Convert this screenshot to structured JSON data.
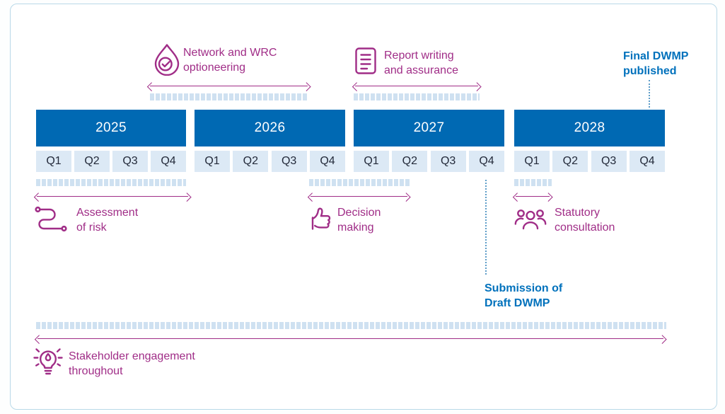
{
  "colors": {
    "year_bar_blue": "#0069b3",
    "quarter_bg": "#dce9f5",
    "quarter_text": "#232a3a",
    "magenta": "#a02d87",
    "blue_text": "#0071bc",
    "stripe_blue": "#cfe1f1",
    "dotted_line_blue": "#5e9dc8",
    "frame_border": "#b9d9e8"
  },
  "timeline": {
    "years": [
      {
        "label": "2025",
        "quarters": [
          "Q1",
          "Q2",
          "Q3",
          "Q4"
        ]
      },
      {
        "label": "2026",
        "quarters": [
          "Q1",
          "Q2",
          "Q3",
          "Q4"
        ]
      },
      {
        "label": "2027",
        "quarters": [
          "Q1",
          "Q2",
          "Q3",
          "Q4"
        ]
      },
      {
        "label": "2028",
        "quarters": [
          "Q1",
          "Q2",
          "Q3",
          "Q4"
        ]
      }
    ]
  },
  "annotations": {
    "network_optioneering": {
      "line1": "Network and WRC",
      "line2": "optioneering",
      "icon": "water-drop-check-icon"
    },
    "report_writing": {
      "line1": "Report writing",
      "line2": "and assurance",
      "icon": "document-icon"
    },
    "final_dwmp": {
      "line1": "Final DWMP",
      "line2": "published"
    },
    "assessment_of_risk": {
      "line1": "Assessment",
      "line2": "of risk",
      "icon": "route-icon"
    },
    "decision_making": {
      "line1": "Decision",
      "line2": "making",
      "icon": "thumbs-up-icon"
    },
    "submission_draft": {
      "line1": "Submission of",
      "line2": "Draft DWMP"
    },
    "statutory_consultation": {
      "line1": "Statutory",
      "line2": "consultation",
      "icon": "people-icon"
    },
    "stakeholder_engagement": {
      "line1": "Stakeholder engagement",
      "line2": "throughout",
      "icon": "lightbulb-icon"
    }
  }
}
